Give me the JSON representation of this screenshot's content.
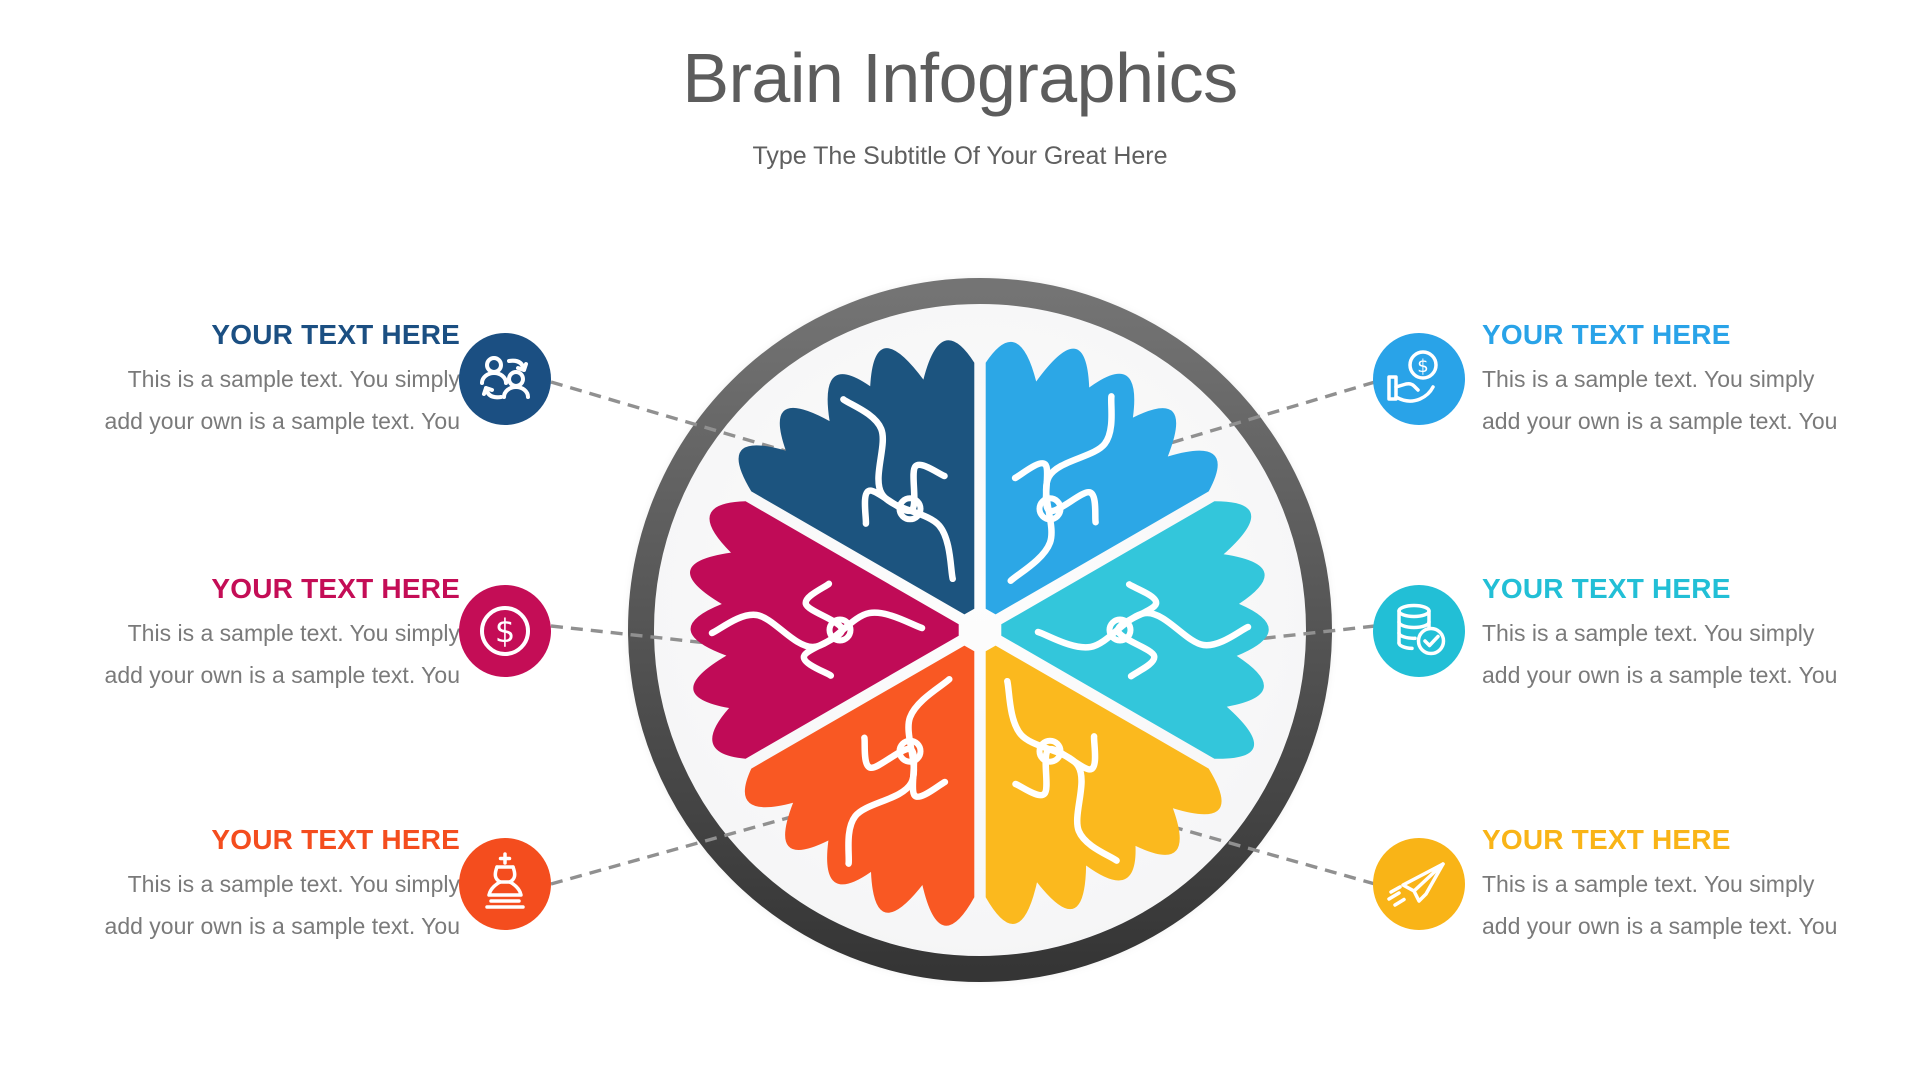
{
  "header": {
    "title": "Brain Infographics",
    "subtitle": "Type The Subtitle Of Your Great Here"
  },
  "items": [
    {
      "position": "top-left",
      "heading": "YOUR TEXT HERE",
      "body_line1": "This is a sample text. You simply",
      "body_line2": "add your own is a sample text. You",
      "color": "#1B4F82",
      "icon": "people-exchange-icon"
    },
    {
      "position": "middle-left",
      "heading": "YOUR TEXT HERE",
      "body_line1": "This is a sample text. You simply",
      "body_line2": "add your own is a sample text. You",
      "color": "#C40D56",
      "icon": "dollar-circle-icon"
    },
    {
      "position": "bottom-left",
      "heading": "YOUR TEXT HERE",
      "body_line1": "This is a sample text. You simply",
      "body_line2": "add your own is a sample text. You",
      "color": "#F44D1E",
      "icon": "chess-king-icon"
    },
    {
      "position": "top-right",
      "heading": "YOUR TEXT HERE",
      "body_line1": "This is a sample text. You simply",
      "body_line2": "add your own is a sample text. You",
      "color": "#29A3E8",
      "icon": "hand-coin-icon"
    },
    {
      "position": "middle-right",
      "heading": "YOUR TEXT HERE",
      "body_line1": "This is a sample text. You simply",
      "body_line2": "add your own is a sample text. You",
      "color": "#22BFD6",
      "icon": "database-check-icon"
    },
    {
      "position": "bottom-right",
      "heading": "YOUR TEXT HERE",
      "body_line1": "This is a sample text. You simply",
      "body_line2": "add your own is a sample text. You",
      "color": "#F9B417",
      "icon": "paper-plane-icon"
    }
  ],
  "diagram": {
    "ring_color_top": "#747474",
    "ring_color_bottom": "#353535",
    "inner_fill_center": "#FDFDFD",
    "inner_fill_edge": "#EDEEEF",
    "connector_color": "#909090",
    "cut_color": "#FFFFFF",
    "segments": [
      {
        "name": "top-right",
        "start": 0,
        "color": "#2CA7E6"
      },
      {
        "name": "right",
        "start": 60,
        "color": "#33C6DB"
      },
      {
        "name": "bottom-right",
        "start": 120,
        "color": "#FBB91E"
      },
      {
        "name": "bottom-left",
        "start": 180,
        "color": "#F95823"
      },
      {
        "name": "left",
        "start": 240,
        "color": "#C00B57"
      },
      {
        "name": "top-left",
        "start": 300,
        "color": "#1C547F"
      }
    ]
  }
}
